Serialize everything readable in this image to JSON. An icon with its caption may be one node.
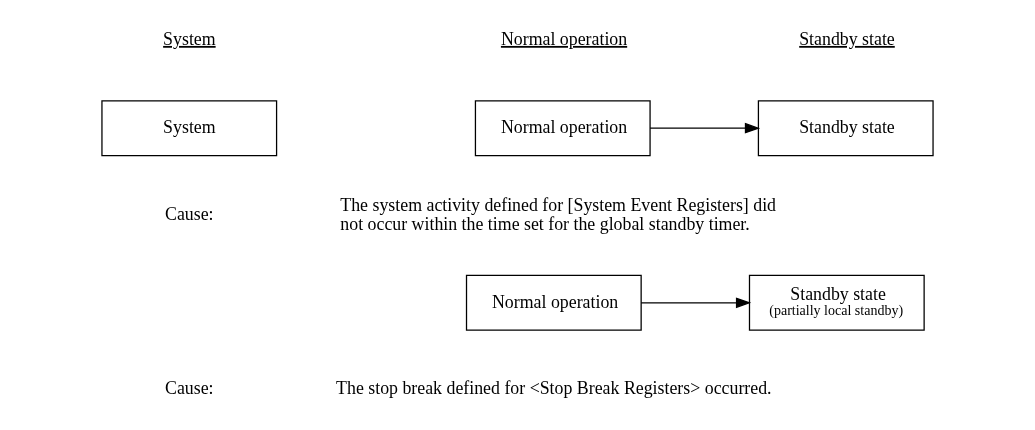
{
  "diagram": {
    "nodes": [
      {
        "text": [
          "System"
        ]
      },
      {
        "text": [
          "Normal operation"
        ]
      },
      {
        "text": [
          "Standby state"
        ]
      },
      {
        "text": [
          "Normal operation"
        ]
      },
      {
        "text": [
          "Standby state",
          "(partially local standby)"
        ]
      }
    ],
    "edges": [
      {
        "from": 1,
        "to": 2,
        "arrow": "to"
      },
      {
        "from": 3,
        "to": 4,
        "arrow": "to"
      }
    ],
    "labels": [
      "System",
      "Normal operation",
      "Standby state",
      "Cause:",
      "The system activity defined for [System Event Registers] did not occur within the time set for the global standby timer.",
      "Cause:",
      "The stop break defined for <Stop Break Registers> occurred."
    ]
  }
}
